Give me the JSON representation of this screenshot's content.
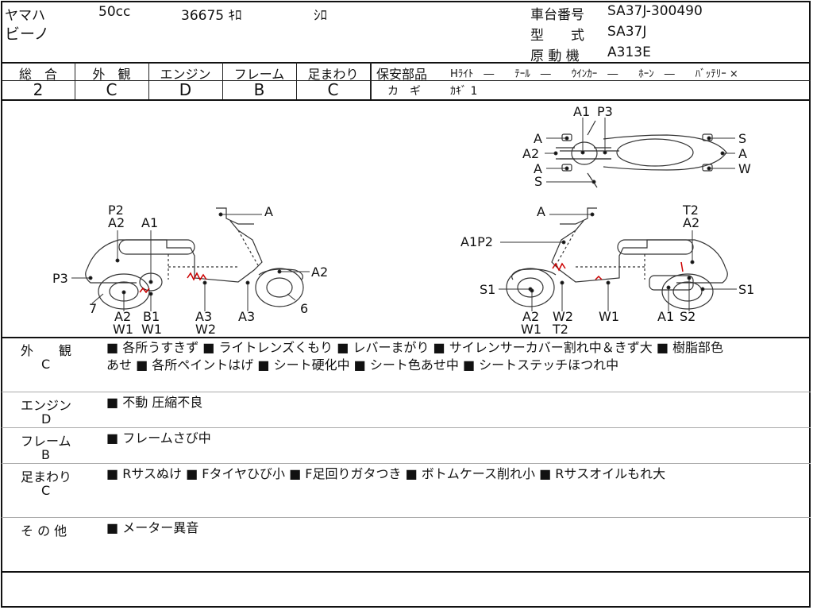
{
  "header": {
    "maker": "ヤマハ",
    "displacement": "50cc",
    "mileage": "36675 ｷﾛ",
    "color": "ｼﾛ",
    "model_name": "ビーノ",
    "frame_no_label": "車台番号",
    "frame_no": "SA37J-300490",
    "type_label": "型　　式",
    "type": "SA37J",
    "engine_label": "原 動 機",
    "engine": "A313E"
  },
  "grades": [
    {
      "label": "総　合",
      "value": "2"
    },
    {
      "label": "外　観",
      "value": "C"
    },
    {
      "label": "エンジン",
      "value": "D"
    },
    {
      "label": "フレーム",
      "value": "B"
    },
    {
      "label": "足まわり",
      "value": "C"
    }
  ],
  "safety": {
    "label": "保安部品",
    "items": "Hﾗｲﾄ　―　　ﾃｰﾙ　―　　ｳｲﾝｶｰ　―　　ﾎｰﾝ　―　　ﾊﾞｯﾃﾘｰ ×",
    "key_label": "カ　ギ",
    "key_value": "ｶｷﾞ 1"
  },
  "diagram_labels": {
    "top": [
      "A1",
      "P3",
      "A",
      "A2",
      "A",
      "S",
      "S",
      "A",
      "W"
    ],
    "left": [
      "P2",
      "A2",
      "A1",
      "A",
      "A2",
      "P3",
      "7",
      "A2",
      "W1",
      "B1",
      "W1",
      "A3",
      "W2",
      "A3",
      "6"
    ],
    "right": [
      "A",
      "T2",
      "A2",
      "A1P2",
      "S1",
      "A2",
      "W1",
      "W2",
      "T2",
      "W1",
      "A1",
      "S2",
      "S1"
    ]
  },
  "remarks": [
    {
      "label": "外　　観",
      "grade": "C",
      "line1": "■ 各所うすきず ■ ライトレンズくもり ■ レバーまがり ■ サイレンサーカバー割れ中＆きず大 ■ 樹脂部色",
      "line2": "あせ ■ 各所ペイントはげ ■ シート硬化中 ■ シート色あせ中 ■ シートステッチほつれ中"
    },
    {
      "label": "エンジン",
      "grade": "D",
      "line1": "■ 不動 圧縮不良",
      "line2": ""
    },
    {
      "label": "フレーム",
      "grade": "B",
      "line1": "■ フレームさび中",
      "line2": ""
    },
    {
      "label": "足まわり",
      "grade": "C",
      "line1": "■ Rサスぬけ ■ Fタイヤひび小 ■ F足回りガタつき ■ ボトムケース削れ小 ■ Rサスオイルもれ大",
      "line2": ""
    },
    {
      "label": "そ の 他",
      "grade": "",
      "line1": "■ メーター異音",
      "line2": ""
    }
  ]
}
